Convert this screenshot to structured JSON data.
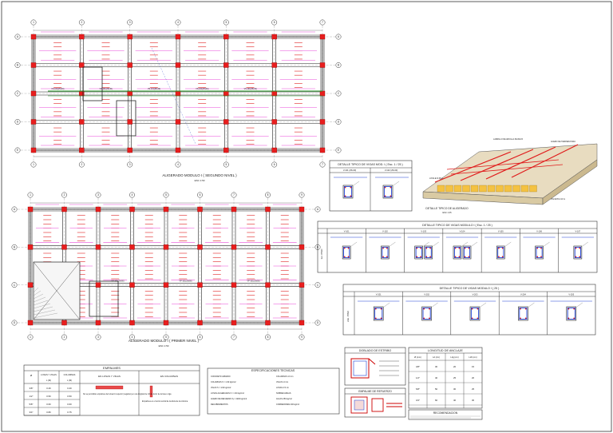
{
  "plan_top": {
    "title": "ALIGERADO MODULO I ( SEGUNDO NIVEL )",
    "scale": "ESC 1:50",
    "col_axes": [
      "1",
      "2",
      "3",
      "4",
      "5",
      "6",
      "7"
    ],
    "row_axes": [
      "A",
      "B",
      "C",
      "D",
      "E"
    ],
    "beam_labels": [
      "VS-101(25x40)",
      "VS-101(25x40)",
      "VS-101(25x40)",
      "VS-101(25x40)",
      "VS-101(25x40)"
    ]
  },
  "plan_bottom": {
    "title": "ALIGERADO MODULO I ( PRIMER NIVEL )",
    "scale": "ESC 1:50",
    "col_axes": [
      "1",
      "2",
      "3",
      "4",
      "5",
      "6",
      "7",
      "8",
      "9"
    ],
    "row_axes": [
      "A",
      "B",
      "C",
      "D"
    ],
    "beam_labels": [
      "VP-101(25x50)",
      "VP-101(25x50)",
      "VP-101(25x50)"
    ]
  },
  "detail_vs": {
    "title": "DETALLE TIPICO DE VIGAS MOD. I ( Esc. 1 / 25 )",
    "cols": [
      "V-101 (25x40)",
      "V-102 (25x40)"
    ]
  },
  "detail_aligerado": {
    "title": "DETALLE TIPICO DE ALIGERADO",
    "scale": "ESC 1:25",
    "notes": [
      "LADRILLO DE ARCILLA 30x30x15",
      "ACERO DE TEMPERATURA",
      "LOSA E=0.05 m",
      "VIGUETA 0.10 m"
    ]
  },
  "detail_vp1": {
    "title": "DETALLE TIPICO DE VIGAS MODULO I ( Esc. 1 / 25 )",
    "side_label": "1er. PISO",
    "cols": [
      "V-101",
      "V-102",
      "V-103",
      "V-104",
      "V-105",
      "V-106",
      "V-107"
    ]
  },
  "detail_vp2": {
    "title": "DETALLE TIPICO DE VIGAS MODULO I ( 25 )",
    "side_label": "2do. PISO",
    "cols": [
      "V-201",
      "V-202",
      "V-203",
      "V-204",
      "V-205"
    ]
  },
  "table_empalmes": {
    "title": "EMPALMES",
    "head_cells": [
      "Ø",
      "LOSAS Y VIGAS",
      "COLUMNAS",
      "EN LOSAS Y VIGAS",
      "EN COLUMNAS"
    ],
    "sub_head": [
      "L (M)",
      "L (M)"
    ],
    "rows": [
      [
        "3/8\"",
        "0.40",
        "0.40"
      ],
      [
        "1/2\"",
        "0.50",
        "0.50"
      ],
      [
        "5/8\"",
        "0.60",
        "0.60"
      ],
      [
        "3/4\"",
        "0.80",
        "0.75"
      ]
    ],
    "notes": [
      "No se permitirán empalmes del refuerzo superior (negativo) en una longitud de 1/4 de la luz de la losa o viga",
      "Empalmes en el tercio central de la altura de la columna"
    ]
  },
  "specs": {
    "title": "ESPECIFICACIONES TECNICAS",
    "lines": [
      "CONCRETO ARMADO",
      "COLUMNAS f'c = 210 kg/cm2",
      "VIGAS f'c = 210 kg/cm2",
      "LOSAS ALIGERADAS f'c = 210 kg/cm2",
      "ACERO DE REFUERZO fy = 4200 kg/cm2",
      "RECUBRIMIENTOS",
      "COLUMNAS 4.0 cm",
      "VIGAS 4.0 cm",
      "LOSAS 2.5 cm",
      "SOBRECARGAS",
      "AULAS 250 kg/m2",
      "CORREDORES 400 kg/m2"
    ]
  },
  "doblado": {
    "title": "DOBLADO DE ESTRIBO"
  },
  "longitud": {
    "title": "LONGITUD DE ANCLAJE",
    "head": [
      "Ø (mm)",
      "Ld (cm)",
      "Ldg (cm)",
      "Ldh (cm)"
    ],
    "rows": [
      [
        "3/8\"",
        "30",
        "20",
        "15"
      ],
      [
        "1/2\"",
        "40",
        "25",
        "20"
      ],
      [
        "5/8\"",
        "50",
        "30",
        "25"
      ],
      [
        "3/4\"",
        "60",
        "40",
        "30"
      ]
    ]
  },
  "empalme_traslape": {
    "title": "EMPALME DE REFUERZO"
  },
  "recomendacion": {
    "title": "RECOMENDACION"
  }
}
